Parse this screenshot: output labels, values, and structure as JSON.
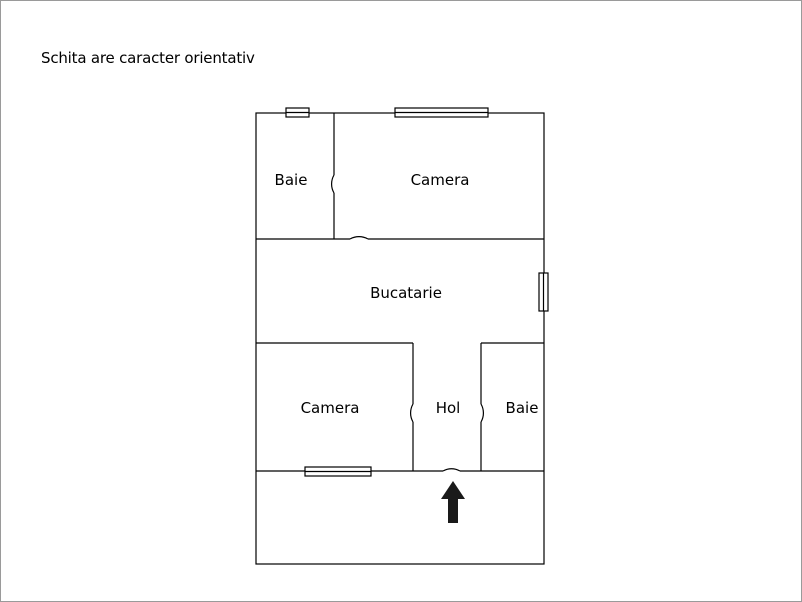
{
  "note": "Schita are caracter orientativ",
  "rooms": {
    "bathroom_top": "Baie",
    "room_top": "Camera",
    "kitchen": "Bucatarie",
    "room_bottom": "Camera",
    "hall": "Hol",
    "bathroom_bottom": "Baie"
  },
  "colors": {
    "line": "#000000",
    "background": "#ffffff",
    "frame": "#9a9a9a"
  },
  "icons": {
    "entrance": "up-arrow-icon"
  }
}
